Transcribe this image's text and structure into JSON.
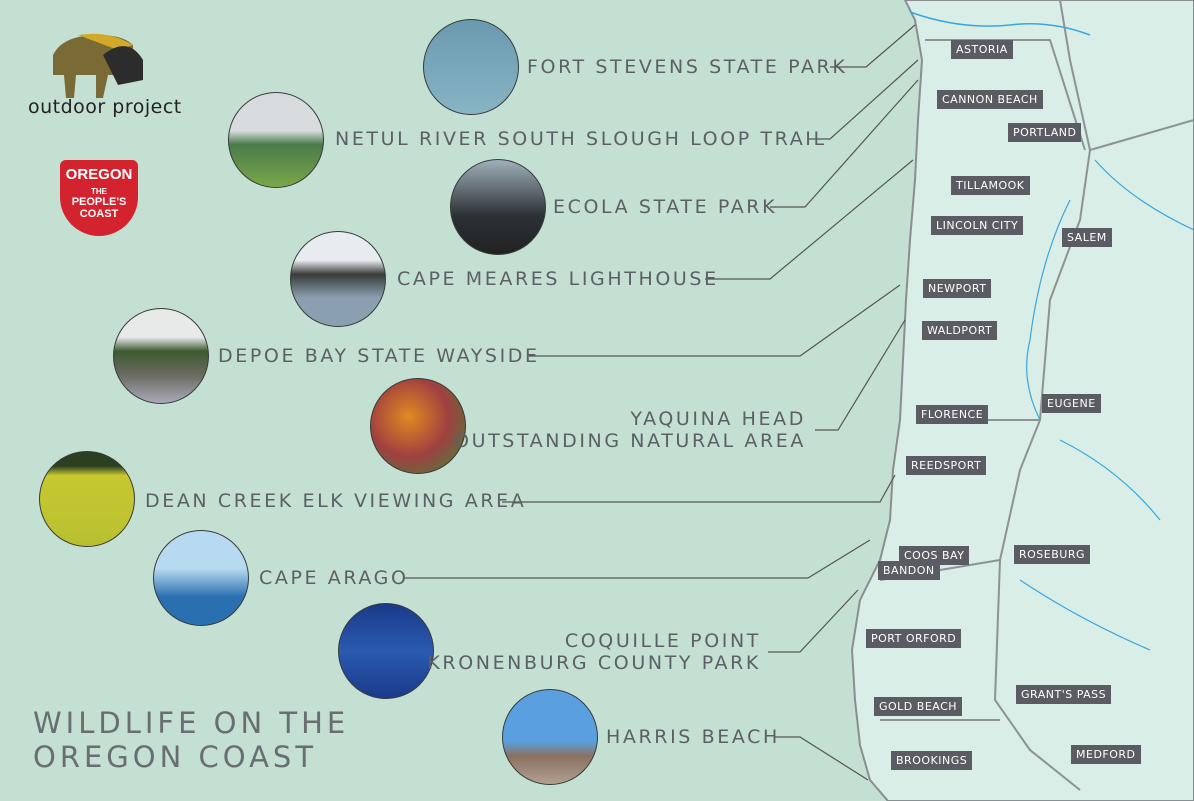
{
  "branding": {
    "outdoor_project": "outdoor project",
    "oregon_badge": {
      "line1": "OREGON",
      "line2": "THE",
      "line3": "PEOPLE'S",
      "line4": "COAST"
    }
  },
  "title": {
    "line1": "WILDLIFE ON THE",
    "line2": "OREGON COAST"
  },
  "sites": [
    {
      "line1": "FORT STEVENS STATE PARK"
    },
    {
      "line1": "NETUL RIVER SOUTH SLOUGH LOOP TRAIL"
    },
    {
      "line1": "ECOLA STATE PARK"
    },
    {
      "line1": "CAPE MEARES LIGHTHOUSE"
    },
    {
      "line1": "DEPOE BAY STATE WAYSIDE"
    },
    {
      "line1": "YAQUINA HEAD",
      "line2": "OUTSTANDING NATURAL AREA"
    },
    {
      "line1": "DEAN CREEK ELK VIEWING AREA"
    },
    {
      "line1": "CAPE ARAGO"
    },
    {
      "line1": "COQUILLE POINT",
      "line2": "KRONENBURG COUNTY PARK"
    },
    {
      "line1": "HARRIS BEACH"
    }
  ],
  "cities": [
    "ASTORIA",
    "CANNON BEACH",
    "PORTLAND",
    "TILLAMOOK",
    "LINCOLN CITY",
    "SALEM",
    "NEWPORT",
    "WALDPORT",
    "FLORENCE",
    "EUGENE",
    "REEDSPORT",
    "COOS BAY",
    "ROSEBURG",
    "BANDON",
    "PORT ORFORD",
    "GOLD BEACH",
    "GRANT'S PASS",
    "BROOKINGS",
    "MEDFORD"
  ],
  "colors": {
    "ocean": "#c4e0d3",
    "land": "#d8eee6",
    "label_bg": "#5b5b63",
    "badge_red": "#d2232f"
  }
}
